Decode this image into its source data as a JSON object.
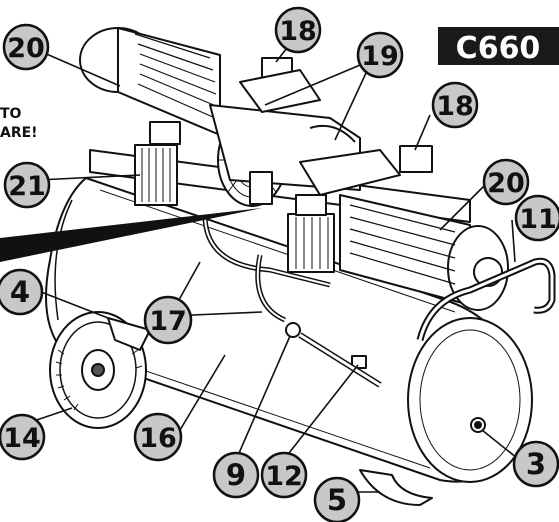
{
  "model_badge": {
    "text": "C660",
    "bg": "#1a1a1a",
    "fg": "#ffffff"
  },
  "warning": {
    "line1": "TO",
    "line2": "ARE!"
  },
  "callouts": [
    {
      "id": "c20a",
      "label": "20"
    },
    {
      "id": "c18a",
      "label": "18"
    },
    {
      "id": "c19",
      "label": "19"
    },
    {
      "id": "c18b",
      "label": "18"
    },
    {
      "id": "c21",
      "label": "21"
    },
    {
      "id": "c20b",
      "label": "20"
    },
    {
      "id": "c11",
      "label": "11"
    },
    {
      "id": "c4",
      "label": "4"
    },
    {
      "id": "c17",
      "label": "17"
    },
    {
      "id": "c14",
      "label": "14"
    },
    {
      "id": "c16",
      "label": "16"
    },
    {
      "id": "c9",
      "label": "9"
    },
    {
      "id": "c12",
      "label": "12"
    },
    {
      "id": "c3",
      "label": "3"
    },
    {
      "id": "c5",
      "label": "5"
    }
  ],
  "colors": {
    "callout_fill": "#c8c8c8",
    "line": "#111111",
    "body": "#ffffff"
  }
}
